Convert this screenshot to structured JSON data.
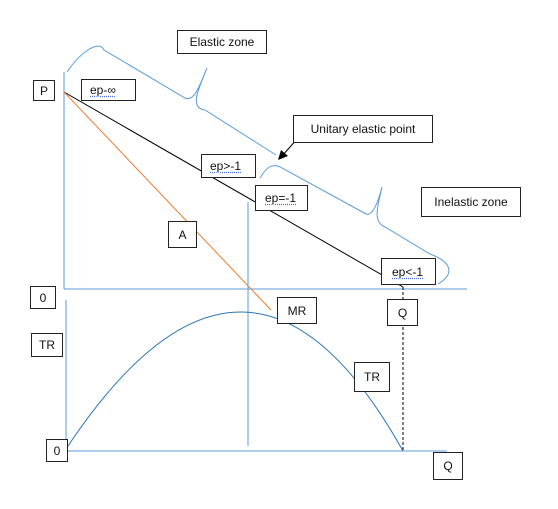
{
  "labels": {
    "p": "P",
    "ep_inf": "ep-∞",
    "elastic_zone": "Elastic zone",
    "unitary_point": "Unitary elastic point",
    "ep_gt": "ep>-1",
    "ep_eq": "ep=-1",
    "inelastic_zone": "Inelastic zone",
    "a": "A",
    "ep_lt": "ep<-1",
    "origin_top": "0",
    "mr": "MR",
    "q_top": "Q",
    "tr_axis": "TR",
    "tr_curve": "TR",
    "origin_bottom": "0",
    "q_bottom": "Q"
  },
  "colors": {
    "axis": "#5b9bd5",
    "demand_line": "#000000",
    "mr_line": "#ed7d31",
    "tr_curve": "#2e75b6",
    "brace": "#5b9bd5",
    "vertical_line": "#5b9bd5",
    "dashed": "#000000"
  }
}
